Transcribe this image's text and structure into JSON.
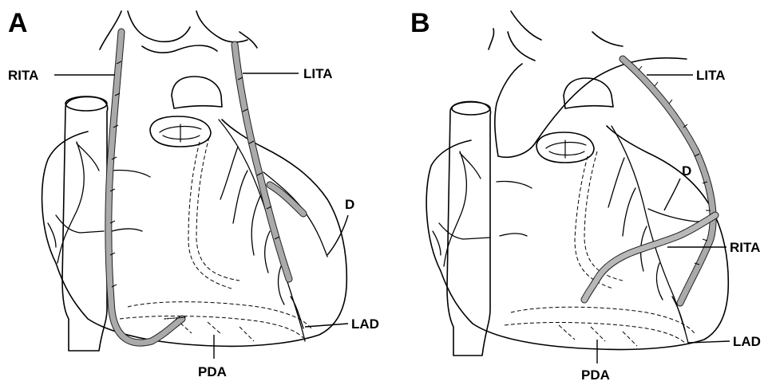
{
  "panels": [
    {
      "letter": "A",
      "labels": {
        "rita": "RITA",
        "lita": "LITA",
        "d": "D",
        "lad": "LAD",
        "pda": "PDA"
      }
    },
    {
      "letter": "B",
      "labels": {
        "rita": "RITA",
        "lita": "LITA",
        "d": "D",
        "lad": "LAD",
        "pda": "PDA"
      }
    }
  ]
}
